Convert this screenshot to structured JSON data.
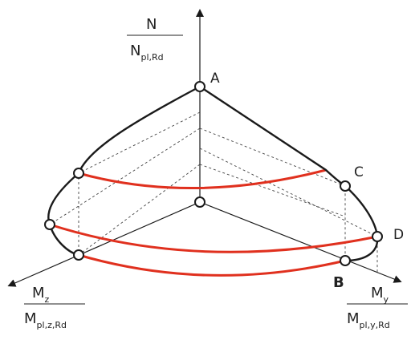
{
  "axes": {
    "n_axis": {
      "numerator": "N",
      "denominator_main": "N",
      "denominator_sub": "pl,Rd"
    },
    "mz_axis": {
      "numerator_main": "M",
      "numerator_sub": "z",
      "denominator_main": "M",
      "denominator_sub": "pl,z,Rd"
    },
    "my_axis": {
      "numerator_main": "M",
      "numerator_sub": "y",
      "denominator_main": "M",
      "denominator_sub": "pl,y,Rd"
    }
  },
  "points": {
    "a": "A",
    "b": "B",
    "c": "C",
    "d": "D"
  },
  "colors": {
    "curve": "#1a1a1a",
    "red_lines": "#e0301e"
  }
}
